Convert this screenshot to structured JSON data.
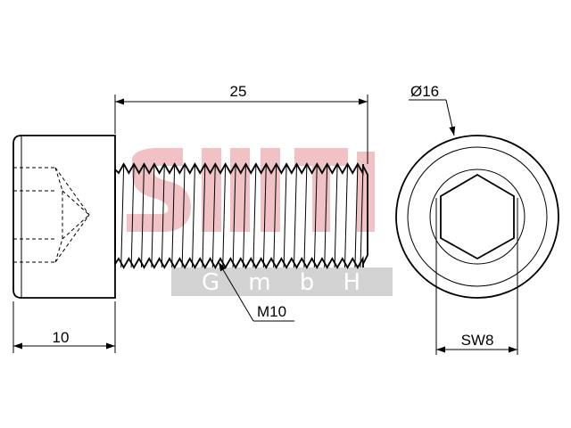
{
  "dimensions": {
    "length": "25",
    "head_height": "10",
    "head_diameter": "Ø16",
    "thread": "M10",
    "socket_width": "SW8"
  },
  "watermark": {
    "text": "GmbH"
  },
  "colors": {
    "line": "#000000",
    "watermark_red": "#e07a80",
    "watermark_grey": "#c8c8c8",
    "background": "#ffffff"
  }
}
